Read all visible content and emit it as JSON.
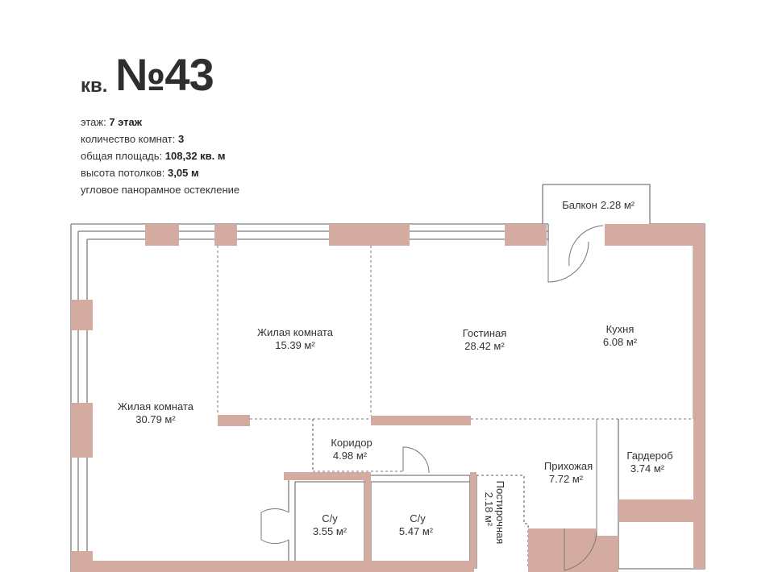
{
  "header": {
    "title_prefix": "кв.",
    "title_number": "№43"
  },
  "info": [
    {
      "label": "этаж:",
      "value": "7 этаж"
    },
    {
      "label": "количество комнат:",
      "value": "3"
    },
    {
      "label": "общая площадь:",
      "value": "108,32 кв. м"
    },
    {
      "label": "высота потолков:",
      "value": "3,05 м"
    },
    {
      "label": "угловое панорамное остекление",
      "value": ""
    }
  ],
  "rooms": {
    "living_large": {
      "name": "Жилая комната",
      "area": "30.79 м²"
    },
    "living_small": {
      "name": "Жилая комната",
      "area": "15.39 м²"
    },
    "lounge": {
      "name": "Гостиная",
      "area": "28.42 м²"
    },
    "kitchen": {
      "name": "Кухня",
      "area": "6.08 м²"
    },
    "balcony": {
      "name": "Балкон",
      "area": "2.28 м²"
    },
    "corridor": {
      "name": "Коридор",
      "area": "4.98 м²"
    },
    "hall": {
      "name": "Прихожая",
      "area": "7.72 м²"
    },
    "wardrobe": {
      "name": "Гардероб",
      "area": "3.74 м²"
    },
    "bath1": {
      "name": "С/у",
      "area": "3.55 м²"
    },
    "bath2": {
      "name": "С/у",
      "area": "5.47 м²"
    },
    "laundry": {
      "name": "Постирочная",
      "area": "2.18 м²"
    }
  },
  "colors": {
    "wall": "#d4aba0",
    "frame": "#7d7d7d",
    "dashed": "#777777",
    "text": "#333333"
  }
}
